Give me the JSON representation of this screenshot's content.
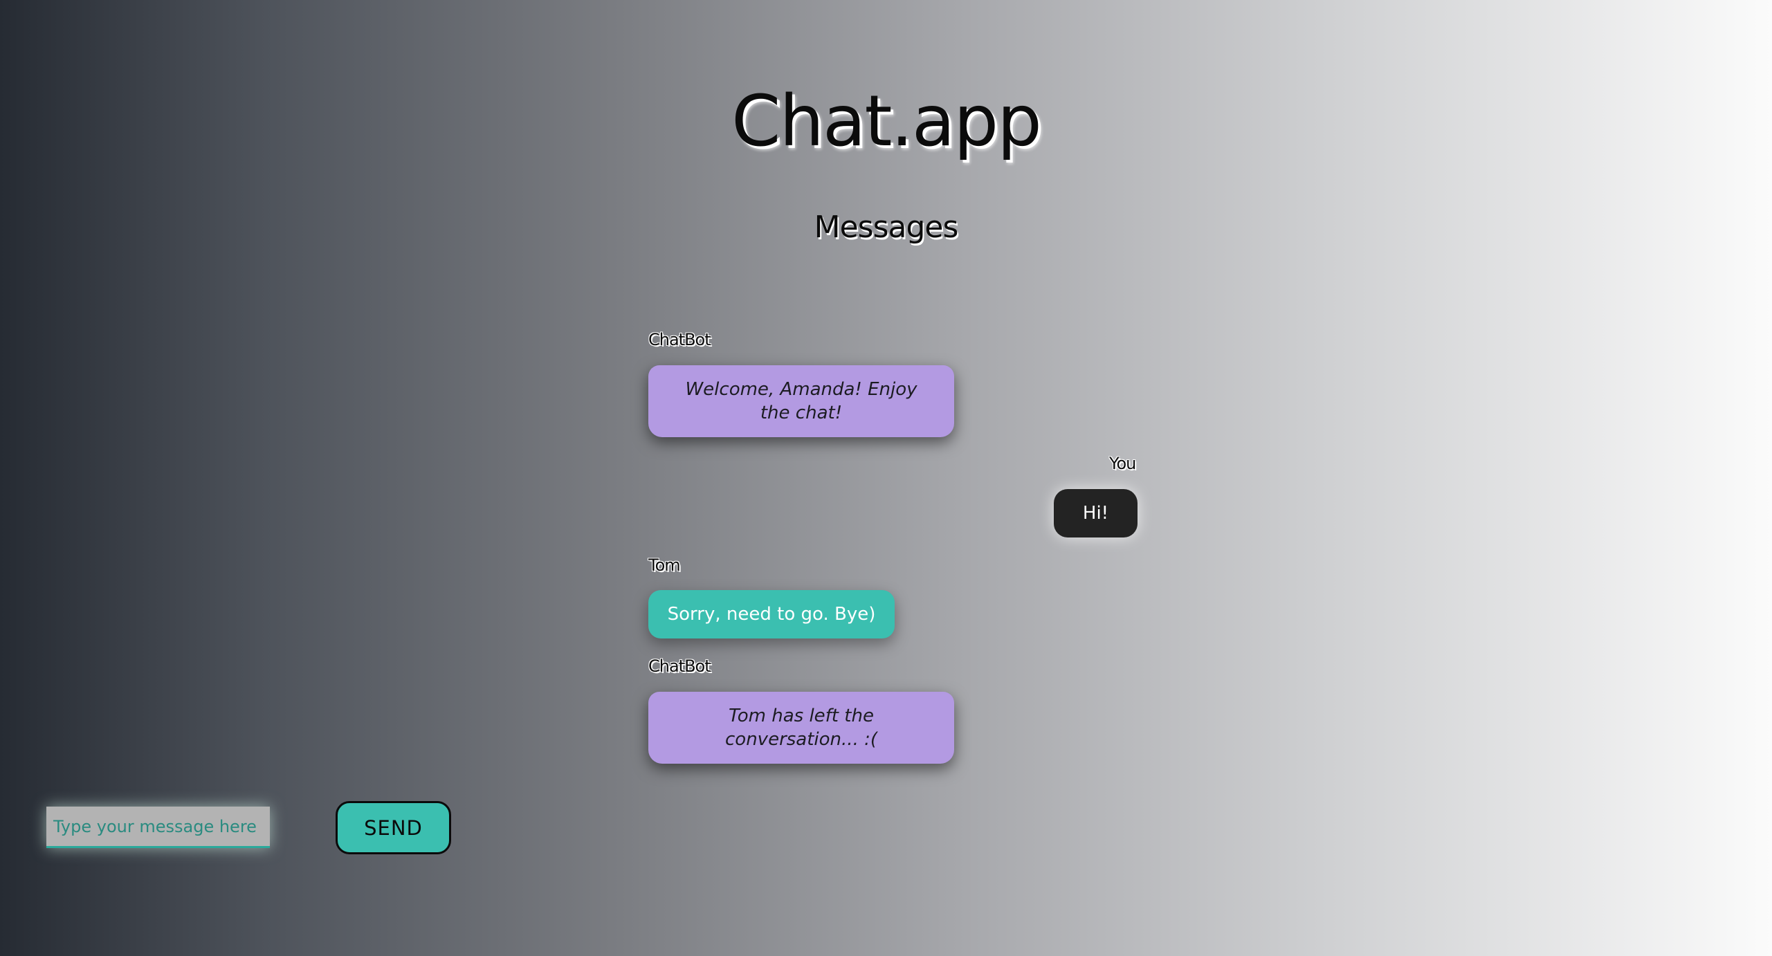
{
  "header": {
    "app_title": "Chat.app",
    "section_title": "Messages"
  },
  "messages": [
    {
      "sender": "ChatBot",
      "text": "Welcome, Amanda! Enjoy the chat!",
      "kind": "bot"
    },
    {
      "sender": "You",
      "text": "Hi!",
      "kind": "self"
    },
    {
      "sender": "Tom",
      "text": "Sorry, need to go. Bye)",
      "kind": "user"
    },
    {
      "sender": "ChatBot",
      "text": "Tom has left the conversation... :(",
      "kind": "bot"
    }
  ],
  "composer": {
    "placeholder": "Type your message here",
    "value": "",
    "send_label": "SEND"
  },
  "colors": {
    "bot_bubble": "#b39ae2",
    "user_bubble": "#3bbfb0",
    "self_bubble": "#232323",
    "accent": "#3bbfb0"
  }
}
